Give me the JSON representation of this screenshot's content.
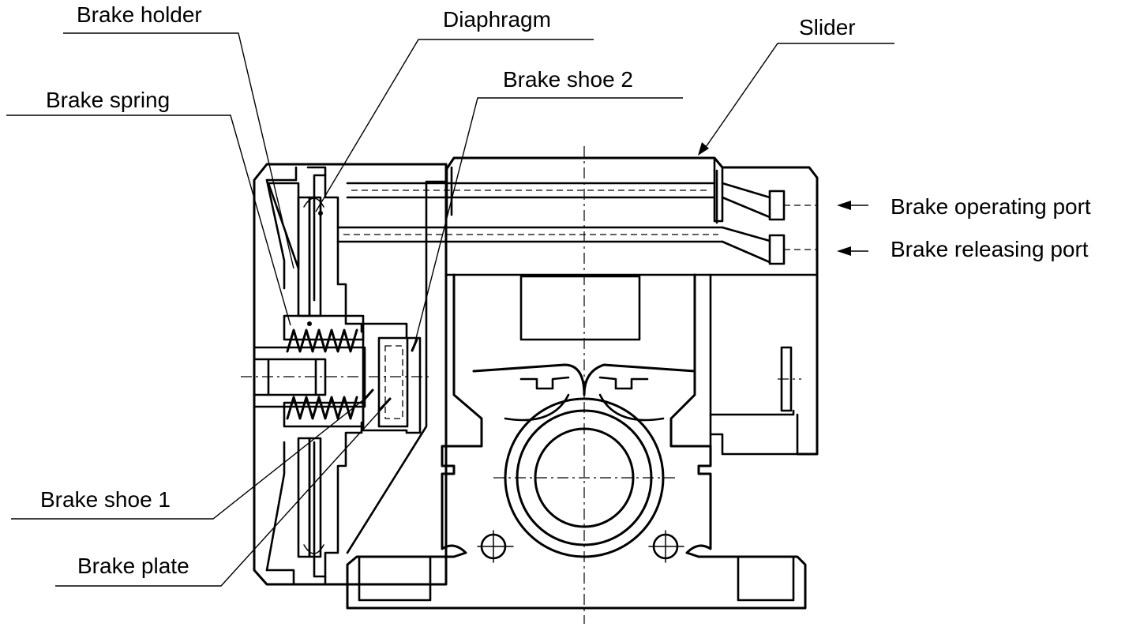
{
  "labels": {
    "brake_holder": "Brake holder",
    "diaphragm": "Diaphragm",
    "slider": "Slider",
    "brake_shoe_2": "Brake shoe 2",
    "brake_spring": "Brake spring",
    "brake_operating_port": "Brake operating port",
    "brake_releasing_port": "Brake releasing port",
    "brake_shoe_1": "Brake shoe 1",
    "brake_plate": "Brake plate"
  }
}
